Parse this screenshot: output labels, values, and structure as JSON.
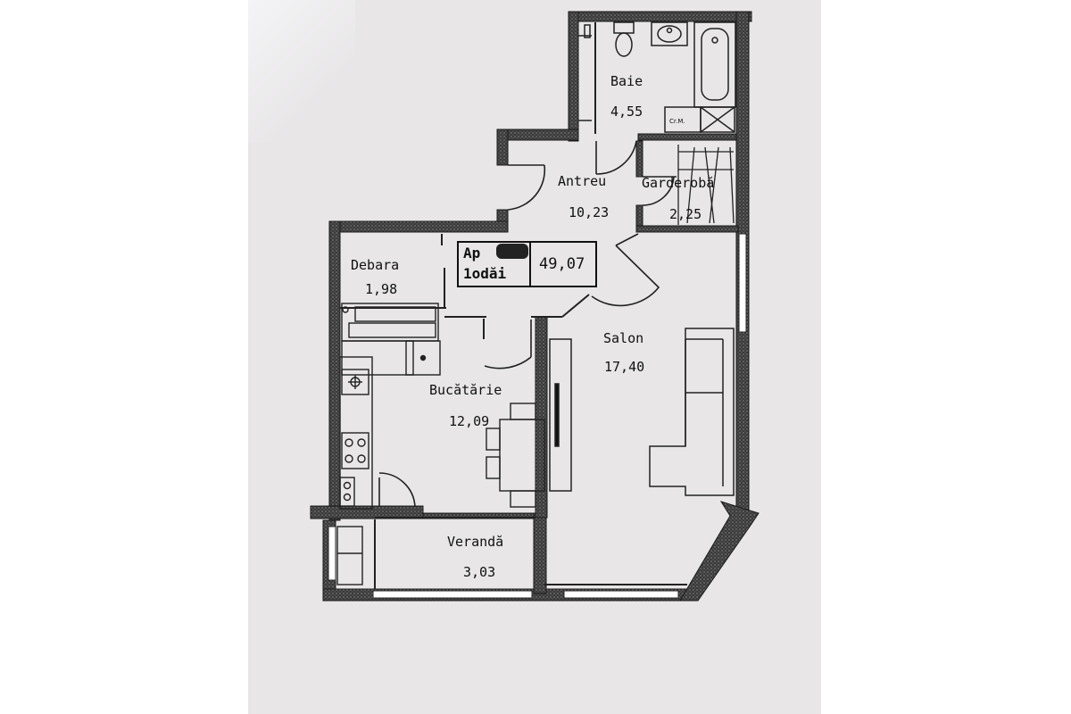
{
  "plan": {
    "rooms": [
      {
        "name": "Baie",
        "area": "4,55"
      },
      {
        "name": "Antreu",
        "area": "10,23"
      },
      {
        "name": "Garderobă",
        "area": "2,25"
      },
      {
        "name": "Debara",
        "area": "1,98"
      },
      {
        "name": "Salon",
        "area": "17,40"
      },
      {
        "name": "Bucătărie",
        "area": "12,09"
      },
      {
        "name": "Verandă",
        "area": "3,03"
      }
    ],
    "apartment": {
      "line1": "Ap",
      "line2": "1odăi",
      "total_area": "49,07"
    },
    "fixtures": {
      "closet_tag": "Cr.M."
    },
    "colors": {
      "paper": "#e8e6e7",
      "wall": "#2a2a2a",
      "ink": "#111111"
    }
  }
}
